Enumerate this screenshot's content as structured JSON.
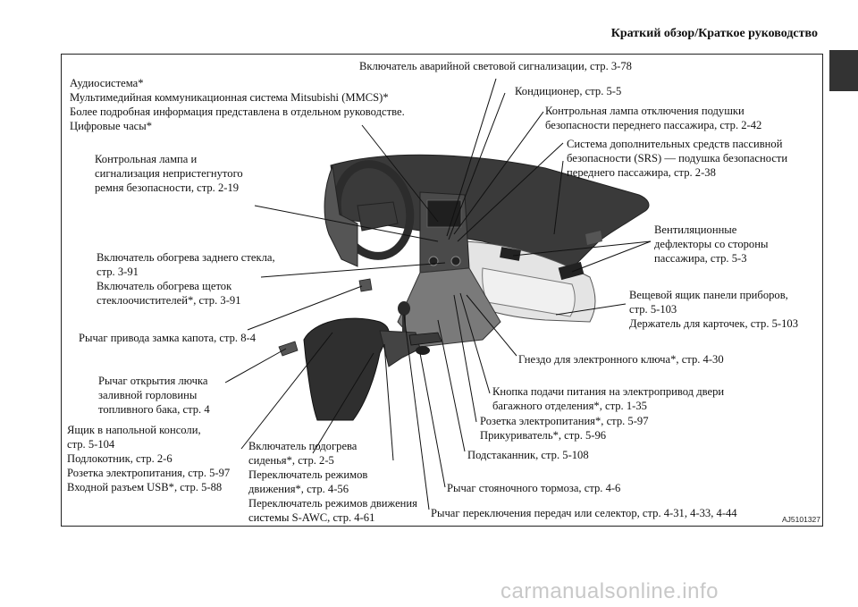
{
  "header": {
    "title": "Краткий обзор/Краткое руководство"
  },
  "figure": {
    "code": "AJ5101327",
    "labels": {
      "hazard": "Включатель аварийной световой сигнализации, стр. 3-78",
      "audio": "Аудиосистема*\nМультимедийная коммуникационная система Mitsubishi (MMCS)*\nБолее подробная информация представлена в отдельном руководстве.\nЦифровые часы*",
      "aircon": "Кондиционер, стр. 5-5",
      "airbag_off_lamp": "Контрольная лампа отключения подушки\nбезопасности переднего пассажира, стр. 2-42",
      "srs": "Система дополнительных средств пассивной\nбезопасности (SRS) — подушка безопасности\nпереднего пассажира, стр. 2-38",
      "seatbelt_lamp": "Контрольная лампа и\nсигнализация непристегнутого\nремня безопасности, стр. 2-19",
      "vents": "Вентиляционные\nдефлекторы со стороны\nпассажира, стр. 5-3",
      "defogger": "Включатель обогрева заднего стекла,\nстр. 3-91\nВключатель обогрева щеток\nстеклоочистителей*, стр. 3-91",
      "glovebox": "Вещевой ящик панели приборов,\nстр. 5-103\nДержатель для карточек, стр. 5-103",
      "hood": "Рычаг привода замка капота, стр. 8-4",
      "key_slot": "Гнездо для электронного ключа*, стр. 4-30",
      "fuel": "Рычаг открытия лючка\nзаливной горловины\nтопливного бака, стр. 4",
      "tailgate": "Кнопка подачи питания на электропривод двери\nбагажного отделения*, стр. 1-35",
      "socket": "Розетка электропитания*, стр. 5-97\nПрикуриватель*, стр. 5-96",
      "console": "Ящик в напольной консоли,\nстр. 5-104\nПодлокотник, стр. 2-6\nРозетка электропитания, стр. 5-97\nВходной разъем USB*, стр. 5-88",
      "seat_heat": "Включатель подогрева\nсиденья*, стр. 2-5\nПереключатель режимов\nдвижения*, стр. 4-56\nПереключатель режимов движения\nсистемы S-AWC, стр. 4-61",
      "cupholder": "Подстаканник, стр. 5-108",
      "parking": "Рычаг стояночного тормоза, стр. 4-6",
      "shift": "Рычаг переключения передач или селектор, стр. 4-31, 4-33, 4-44"
    }
  },
  "watermark": "carmanualsonline.info"
}
